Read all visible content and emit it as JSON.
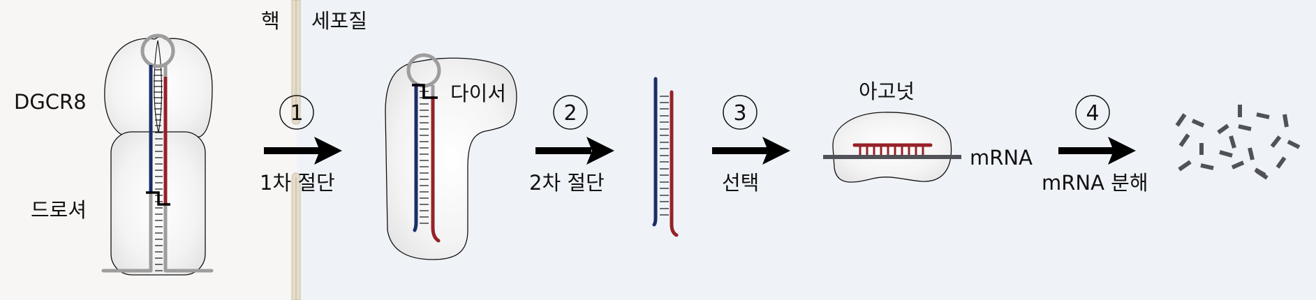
{
  "regions": {
    "nucleus": {
      "label": "핵",
      "color": "#f7f6f4"
    },
    "cytoplasm": {
      "label": "세포질",
      "color": "#eff3f7"
    },
    "membrane_color": "#d9d2bf"
  },
  "proteins": {
    "dgcr8": "DGCR8",
    "drosha": "드로셔",
    "dicer": "다이서",
    "argonaute": "아고넛"
  },
  "molecules": {
    "mrna": "mRNA"
  },
  "steps": [
    {
      "number": "1",
      "label": "1차 절단"
    },
    {
      "number": "2",
      "label": "2차 절단"
    },
    {
      "number": "3",
      "label": "선택"
    },
    {
      "number": "4",
      "label": "mRNA 분해"
    }
  ],
  "colors": {
    "guide_strand": "#1b2d66",
    "passenger_strand": "#962128",
    "loop_and_flanks": "#9d9d9d",
    "mrna": "#505257",
    "protein_fill": "#f2f2f2",
    "arrow": "#000000"
  }
}
